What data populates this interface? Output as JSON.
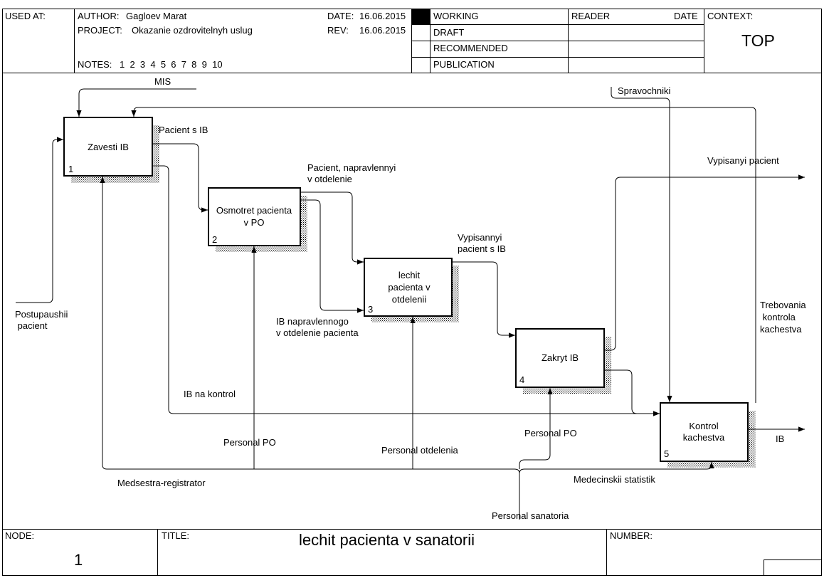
{
  "header": {
    "used_at_label": "USED AT:",
    "author_label": "AUTHOR:",
    "author": "Gagloev Marat",
    "project_label": "PROJECT:",
    "project": "Okazanie ozdrovitelnyh uslug",
    "notes_label": "NOTES:",
    "notes": "1  2  3  4  5  6  7  8  9  10",
    "date_label": "DATE:",
    "date": "16.06.2015",
    "rev_label": "REV:",
    "rev": "16.06.2015",
    "status": [
      "WORKING",
      "DRAFT",
      "RECOMMENDED",
      "PUBLICATION"
    ],
    "reader_label": "READER",
    "reader_date_label": "DATE",
    "context_label": "CONTEXT:",
    "context": "TOP"
  },
  "footer": {
    "node_label": "NODE:",
    "node": "1",
    "title_label": "TITLE:",
    "title": "lechit pacienta v sanatorii",
    "number_label": "NUMBER:"
  },
  "boxes": [
    {
      "name": "Zavesti IB",
      "lines": [
        "Zavesti IB"
      ],
      "num": "1"
    },
    {
      "name": "Osmotret pacienta v PO",
      "lines": [
        "Osmotret pacienta",
        "v PO"
      ],
      "num": "2"
    },
    {
      "name": "lechit pacienta v otdelenii",
      "lines": [
        "lechit",
        "pacienta v",
        "otdelenii"
      ],
      "num": "3"
    },
    {
      "name": "Zakryt IB",
      "lines": [
        "Zakryt IB"
      ],
      "num": "4"
    },
    {
      "name": "Kontrol kachestva",
      "lines": [
        "Kontrol",
        "kachestva"
      ],
      "num": "5"
    }
  ],
  "arrow_labels": {
    "mis": "MIS",
    "spravochniki": "Spravochniki",
    "pacient_s_ib": "Pacient s IB",
    "pacient_napravlennyi": [
      "Pacient, napravlennyi",
      "v otdelenie"
    ],
    "vypisannyi_pacient_s_ib": [
      "Vypisannyi",
      "pacient s IB"
    ],
    "vypisanyi_pacient": "Vypisanyi pacient",
    "postupaushii": [
      "Postupaushii",
      " pacient"
    ],
    "ib_napravlennogo": [
      "IB napravlennogo",
      "v otdelenie pacienta"
    ],
    "trebovania": [
      "Trebovania",
      " kontrola",
      "kachestva"
    ],
    "ib_na_kontrol": "IB na kontrol",
    "personal_po_1": "Personal PO",
    "personal_po_2": "Personal PO",
    "personal_otdelenia": "Personal otdelenia",
    "ib_out": "IB",
    "medsestra": "Medsestra-registrator",
    "medecinskii": "Medecinskii statistik",
    "personal_sanatoria": "Personal sanatoria"
  }
}
